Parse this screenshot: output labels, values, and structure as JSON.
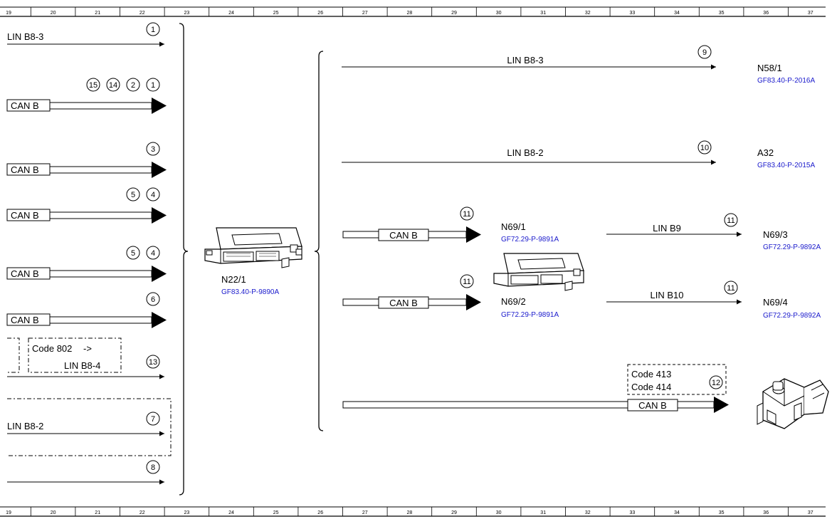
{
  "colors": {
    "line": "#000000",
    "reference": "#1a1acc",
    "background": "#ffffff"
  },
  "grid_columns": [
    "19",
    "20",
    "21",
    "22",
    "23",
    "24",
    "25",
    "26",
    "27",
    "28",
    "29",
    "30",
    "31",
    "32",
    "33",
    "34",
    "35",
    "36",
    "37"
  ],
  "left_signals": [
    {
      "label": "LIN B8-3",
      "badges": [
        "1"
      ]
    },
    {
      "label": "CAN B",
      "badges": [
        "15",
        "14",
        "2",
        "1"
      ]
    },
    {
      "label": "CAN B",
      "badges": [
        "3"
      ]
    },
    {
      "label": "CAN B",
      "badges": [
        "5",
        "4"
      ]
    },
    {
      "label": "CAN B",
      "badges": [
        "5",
        "4"
      ]
    },
    {
      "label": "CAN B",
      "badges": [
        "6"
      ]
    },
    {
      "label": "LIN B8-4",
      "badges": [
        "13"
      ],
      "code_line1": "Code 802",
      "code_arrow": "->"
    },
    {
      "label": "LIN B8-2",
      "badges": [
        "7"
      ]
    },
    {
      "label": "",
      "badges": [
        "8"
      ]
    }
  ],
  "central_module": {
    "name": "N22/1",
    "ref": "GF83.40-P-9890A"
  },
  "right_signals": [
    {
      "label": "LIN B8-3",
      "badge": "9",
      "target": "N58/1",
      "ref": "GF83.40-P-2016A"
    },
    {
      "label": "LIN B8-2",
      "badge": "10",
      "target": "A32",
      "ref": "GF83.40-P-2015A"
    }
  ],
  "sub_modules": [
    {
      "name": "N69/1",
      "ref": "GF72.29-P-9891A",
      "input_label": "CAN B",
      "input_badge": "11",
      "out_label": "LIN B9",
      "out_badge": "11",
      "out_target": "N69/3",
      "out_ref": "GF72.29-P-9892A"
    },
    {
      "name": "N69/2",
      "ref": "GF72.29-P-9891A",
      "input_label": "CAN B",
      "input_badge": "11",
      "out_label": "LIN B10",
      "out_badge": "11",
      "out_target": "N69/4",
      "out_ref": "GF72.29-P-9892A"
    }
  ],
  "bottom_signal": {
    "label": "CAN B",
    "badge": "12",
    "code_lines": [
      "Code 413",
      "Code 414"
    ]
  }
}
